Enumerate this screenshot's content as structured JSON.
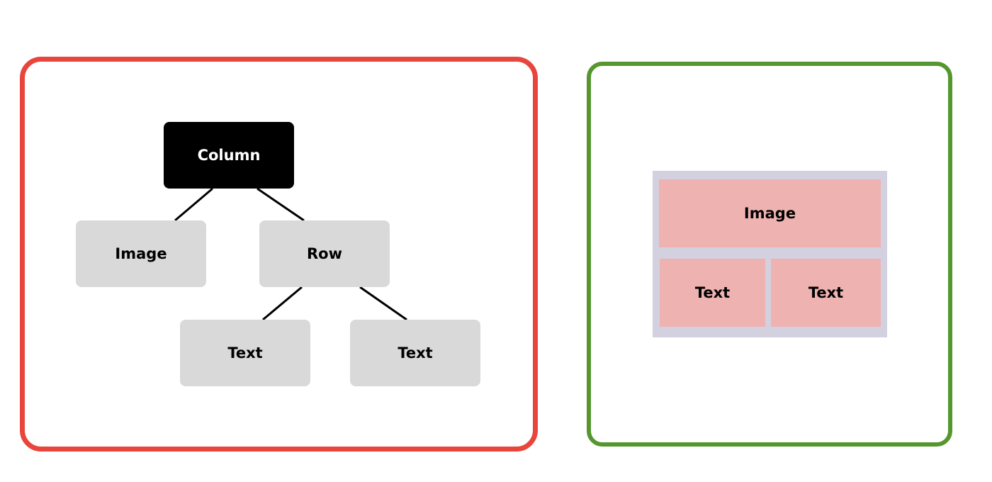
{
  "tree": {
    "root_label": "Column",
    "image_label": "Image",
    "row_label": "Row",
    "text_left_label": "Text",
    "text_right_label": "Text"
  },
  "layout": {
    "image_label": "Image",
    "text_left_label": "Text",
    "text_right_label": "Text"
  },
  "colors": {
    "tree_panel_border": "#e8453c",
    "layout_panel_border": "#55962e",
    "root_node_fill": "#000000",
    "child_node_fill": "#d9d9d9",
    "layout_frame_fill": "#d3d0e0",
    "layout_cell_fill": "#eeb2b1"
  }
}
